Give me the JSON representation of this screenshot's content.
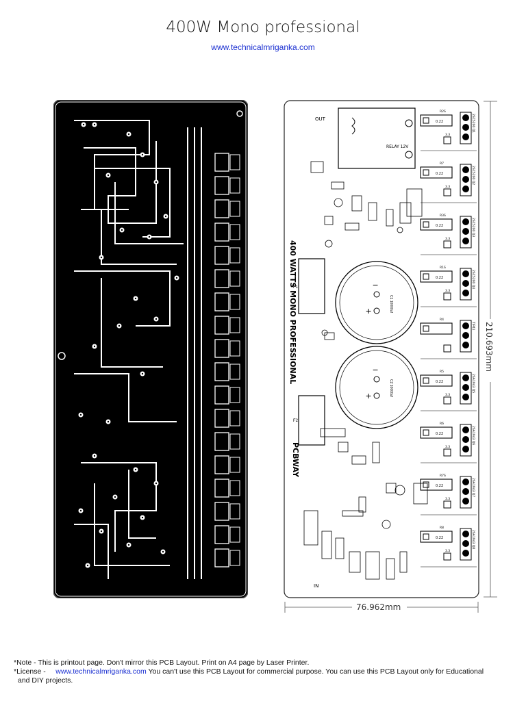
{
  "header": {
    "title": "400W Mono professional",
    "website": "www.technicalmriganka.com"
  },
  "pcb_copper": {
    "trace_color": "#ffffff",
    "copper_color": "#000000"
  },
  "silkscreen": {
    "board_title": "400 WATTS MONO PROFESSIONAL",
    "brand": "PCBWAY",
    "labels": {
      "out": "OUT",
      "in": "IN",
      "cap1": "C1 10000uf",
      "cap2": "C2 10000uf",
      "relay": "RELAY 12V",
      "fuse1": "F1",
      "fuse2": "F2",
      "mark_plus": "+",
      "mark_minus": "−"
    },
    "transistor_rows": [
      {
        "top": "R2S",
        "value": "0.22",
        "mid": "3.3",
        "part": "2SC5200 Q1"
      },
      {
        "top": "R7",
        "value": "0.22",
        "mid": "3.3",
        "part": "2SC5200 Q2"
      },
      {
        "top": "R3S",
        "value": "0.22",
        "mid": "3.3",
        "part": "2SC5200 Q3"
      },
      {
        "top": "R1S",
        "value": "0.22",
        "mid": "3.3",
        "part": "2SC5200 Q4"
      },
      {
        "top": "R4",
        "value": "",
        "mid": "",
        "part": "TIP41"
      },
      {
        "top": "R5",
        "value": "0.22",
        "mid": "3.3",
        "part": "2SA1943 Q5"
      },
      {
        "top": "R6",
        "value": "0.22",
        "mid": "3.3",
        "part": "2SA1943 Q6"
      },
      {
        "top": "R7S",
        "value": "0.22",
        "mid": "3.3",
        "part": "2SA1943 Q7"
      },
      {
        "top": "R8",
        "value": "0.22",
        "mid": "3.3",
        "part": "2SA1943 Q8"
      }
    ]
  },
  "dimensions": {
    "width": "76.962mm",
    "height": "210.693mm"
  },
  "note": {
    "line1": "*Note - This is printout page. Don't mirror this PCB Layout. Print on A4 page by Laser Printer.",
    "license_label": "*License -",
    "license_link": "www.technicalmriganka.com",
    "license_text": " You can't use this PCB Layout for commercial purpose. You can use this PCB Layout only for Educational",
    "line3": "and DIY projects."
  }
}
